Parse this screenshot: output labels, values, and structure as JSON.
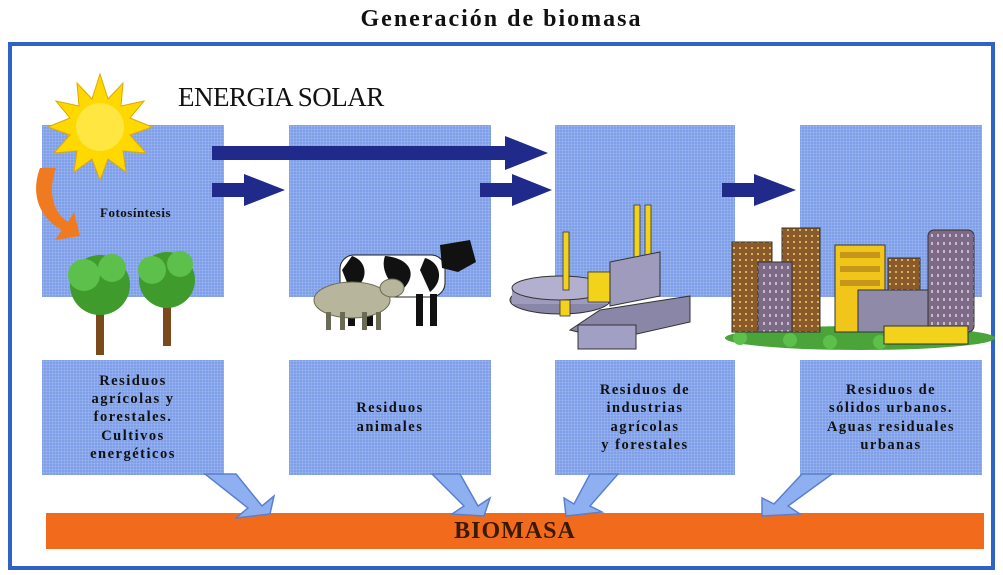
{
  "title": "Generación de biomasa",
  "energy_label": "ENERGIA SOLAR",
  "photosynthesis_label": "Fotosíntesis",
  "categories": [
    {
      "label": "Residuos\nagrícolas y\nforestales.\nCultivos\nenergéticos"
    },
    {
      "label": "Residuos\nanimales"
    },
    {
      "label": "Residuos de\nindustrias\nagrícolas\ny forestales"
    },
    {
      "label": "Residuos de\nsólidos urbanos.\nAguas residuales\nurbanas"
    }
  ],
  "output_label": "BIOMASA",
  "colors": {
    "frame": "#2f63c8",
    "panel": "#7f9fe9",
    "arrow": "#1f2a8a",
    "bar": "#f26a1b"
  }
}
